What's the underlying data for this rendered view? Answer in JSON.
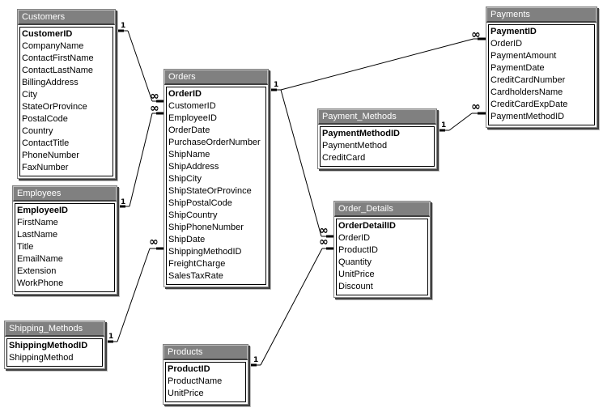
{
  "tables": {
    "customers": {
      "title": "Customers",
      "fields": [
        "CustomerID",
        "CompanyName",
        "ContactFirstName",
        "ContactLastName",
        "BillingAddress",
        "City",
        "StateOrProvince",
        "PostalCode",
        "Country",
        "ContactTitle",
        "PhoneNumber",
        "FaxNumber"
      ]
    },
    "orders": {
      "title": "Orders",
      "fields": [
        "OrderID",
        "CustomerID",
        "EmployeeID",
        "OrderDate",
        "PurchaseOrderNumber",
        "ShipName",
        "ShipAddress",
        "ShipCity",
        "ShipStateOrProvince",
        "ShipPostalCode",
        "ShipCountry",
        "ShipPhoneNumber",
        "ShipDate",
        "ShippingMethodID",
        "FreightCharge",
        "SalesTaxRate"
      ]
    },
    "employees": {
      "title": "Employees",
      "fields": [
        "EmployeeID",
        "FirstName",
        "LastName",
        "Title",
        "EmailName",
        "Extension",
        "WorkPhone"
      ]
    },
    "shipping_methods": {
      "title": "Shipping_Methods",
      "fields": [
        "ShippingMethodID",
        "ShippingMethod"
      ]
    },
    "products": {
      "title": "Products",
      "fields": [
        "ProductID",
        "ProductName",
        "UnitPrice"
      ]
    },
    "payments": {
      "title": "Payments",
      "fields": [
        "PaymentID",
        "OrderID",
        "PaymentAmount",
        "PaymentDate",
        "CreditCardNumber",
        "CardholdersName",
        "CreditCardExpDate",
        "PaymentMethodID"
      ]
    },
    "payment_methods": {
      "title": "Payment_Methods",
      "fields": [
        "PaymentMethodID",
        "PaymentMethod",
        "CreditCard"
      ]
    },
    "order_details": {
      "title": "Order_Details",
      "fields": [
        "OrderDetailID",
        "OrderID",
        "ProductID",
        "Quantity",
        "UnitPrice",
        "Discount"
      ]
    }
  },
  "cardinality": {
    "one": "1",
    "many": "∞"
  }
}
